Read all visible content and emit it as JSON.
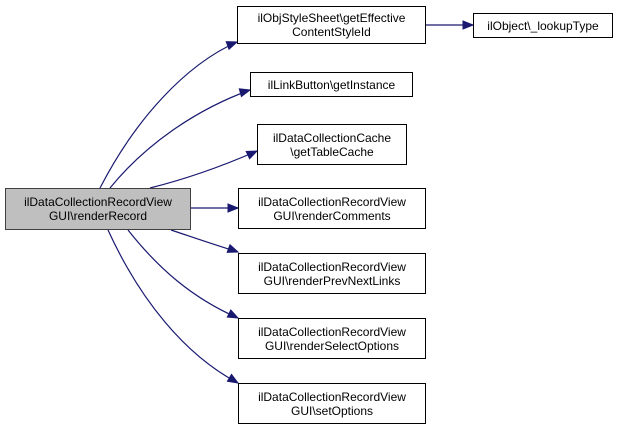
{
  "diagram": {
    "edge_color": "#191970",
    "root_fill": "#bfbfbf",
    "nodes": {
      "root": {
        "lines": [
          "ilDataCollectionRecordView",
          "GUI\\renderRecord"
        ]
      },
      "get_effective_content_style_id": {
        "lines": [
          "ilObjStyleSheet\\getEffective",
          "ContentStyleId"
        ]
      },
      "lookup_type": {
        "lines": [
          "ilObject\\_lookupType"
        ]
      },
      "get_instance": {
        "lines": [
          "ilLinkButton\\getInstance"
        ]
      },
      "get_table_cache": {
        "lines": [
          "ilDataCollectionCache",
          "\\getTableCache"
        ]
      },
      "render_comments": {
        "lines": [
          "ilDataCollectionRecordView",
          "GUI\\renderComments"
        ]
      },
      "render_prev_next_links": {
        "lines": [
          "ilDataCollectionRecordView",
          "GUI\\renderPrevNextLinks"
        ]
      },
      "render_select_options": {
        "lines": [
          "ilDataCollectionRecordView",
          "GUI\\renderSelectOptions"
        ]
      },
      "set_options": {
        "lines": [
          "ilDataCollectionRecordView",
          "GUI\\setOptions"
        ]
      }
    }
  }
}
